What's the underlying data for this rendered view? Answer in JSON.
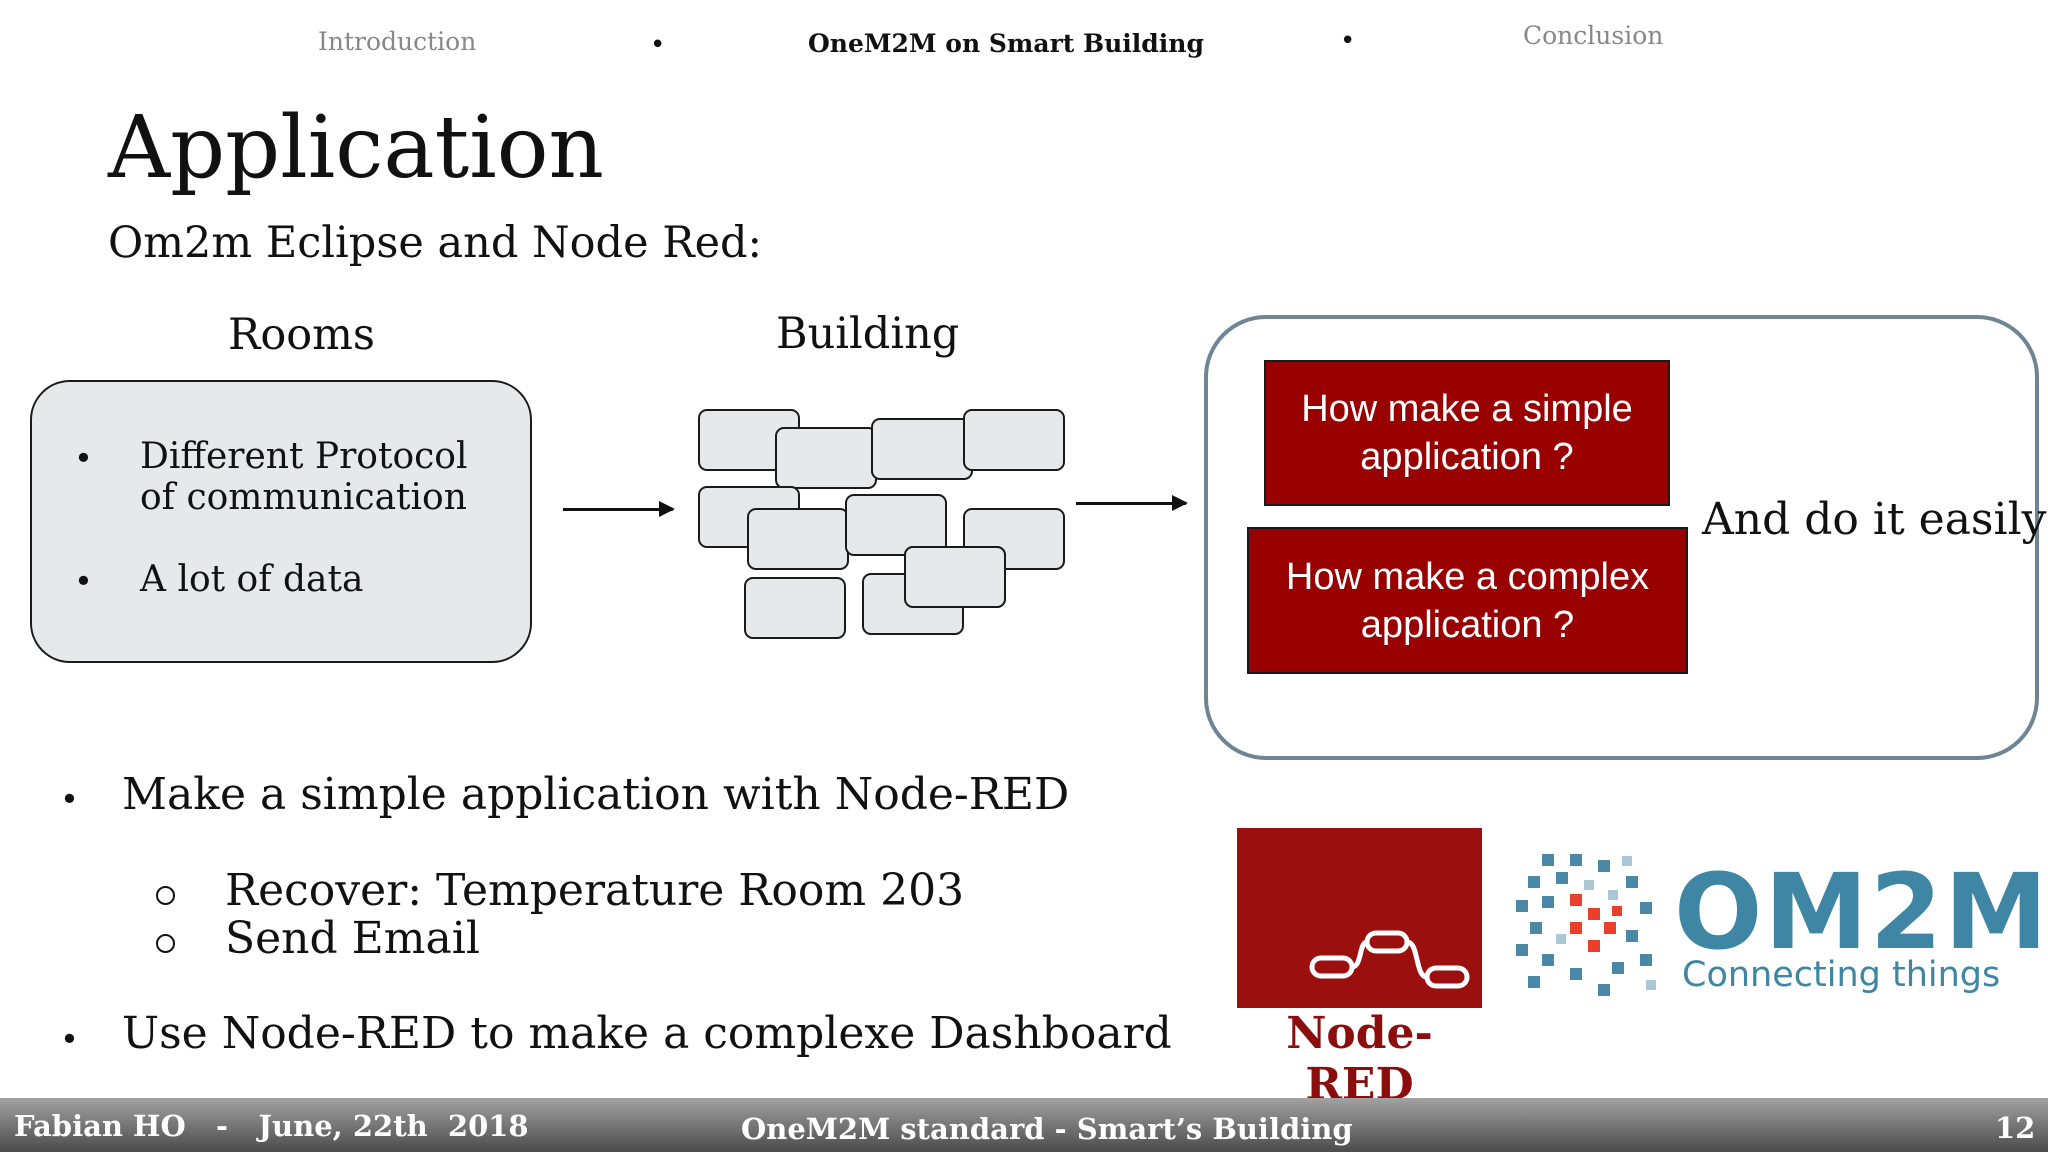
{
  "nav": {
    "items": [
      {
        "label": "Introduction",
        "active": false
      },
      {
        "label": "OneM2M on Smart Building",
        "active": true
      },
      {
        "label": "Conclusion",
        "active": false
      }
    ],
    "separator": "•"
  },
  "title": "Application",
  "subtitle": "Om2m Eclipse and Node Red:",
  "rooms": {
    "heading": "Rooms",
    "bullets": [
      "Different Protocol of communication",
      "A lot of data"
    ],
    "bullet_lines": [
      "Different Protocol",
      "of communication"
    ]
  },
  "building": {
    "heading": "Building"
  },
  "questions": {
    "simple": [
      "How make a simple",
      "application ?"
    ],
    "complex": [
      "How make a complex",
      "application ?"
    ],
    "side_text": "And do it easily",
    "box_color": "#990000",
    "panel_border_color": "#6e8596"
  },
  "bullets": [
    {
      "text": "Make a simple application with Node-RED",
      "sub": [
        "Recover: Temperature Room 203",
        "Send Email"
      ]
    },
    {
      "text": "Use Node-RED to make a complexe Dashboard",
      "sub": []
    }
  ],
  "logos": {
    "nodered": {
      "name": "Node-RED",
      "icon": "flow-nodes-icon",
      "color": "#9b0f0f"
    },
    "om2m": {
      "name": "OM2M",
      "tagline": "Connecting things",
      "icon": "pixel-cluster-icon",
      "color": "#3e86a4"
    }
  },
  "footer": {
    "left": "Fabian HO   -   June, 22th  2018",
    "center": "OneM2M standard - Smart’s Building",
    "page": "12"
  }
}
